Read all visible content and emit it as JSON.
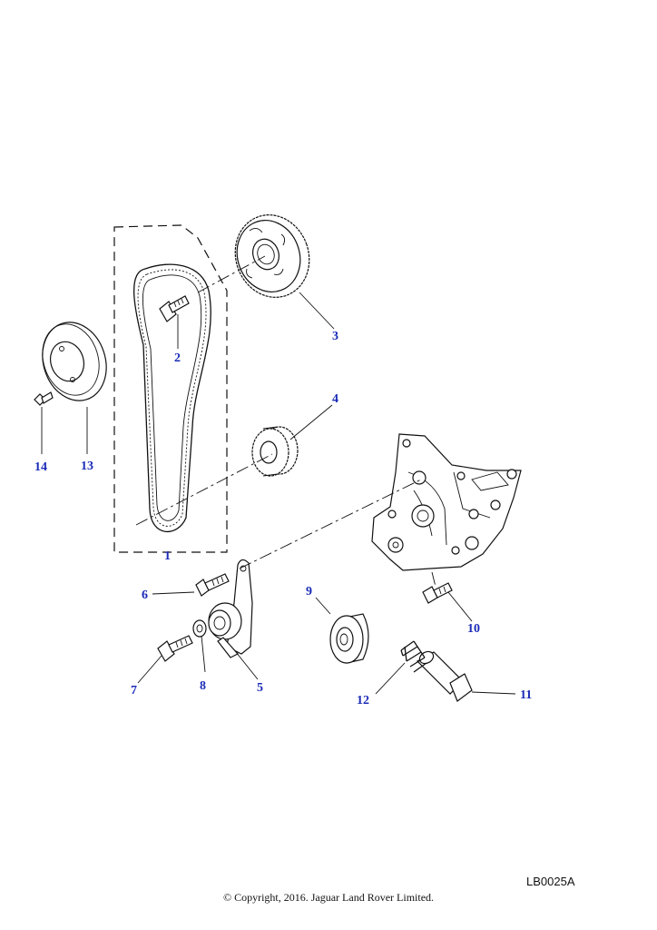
{
  "callouts": {
    "c1": "1",
    "c2": "2",
    "c3": "3",
    "c4": "4",
    "c5": "5",
    "c6": "6",
    "c7": "7",
    "c8": "8",
    "c9": "9",
    "c10": "10",
    "c11": "11",
    "c12": "12",
    "c13": "13",
    "c14": "14"
  },
  "reference_code": "LB0025A",
  "copyright": "© Copyright, 2016. Jaguar Land Rover Limited.",
  "colors": {
    "callout_text": "#1a2bb8",
    "line_art": "#111111"
  }
}
